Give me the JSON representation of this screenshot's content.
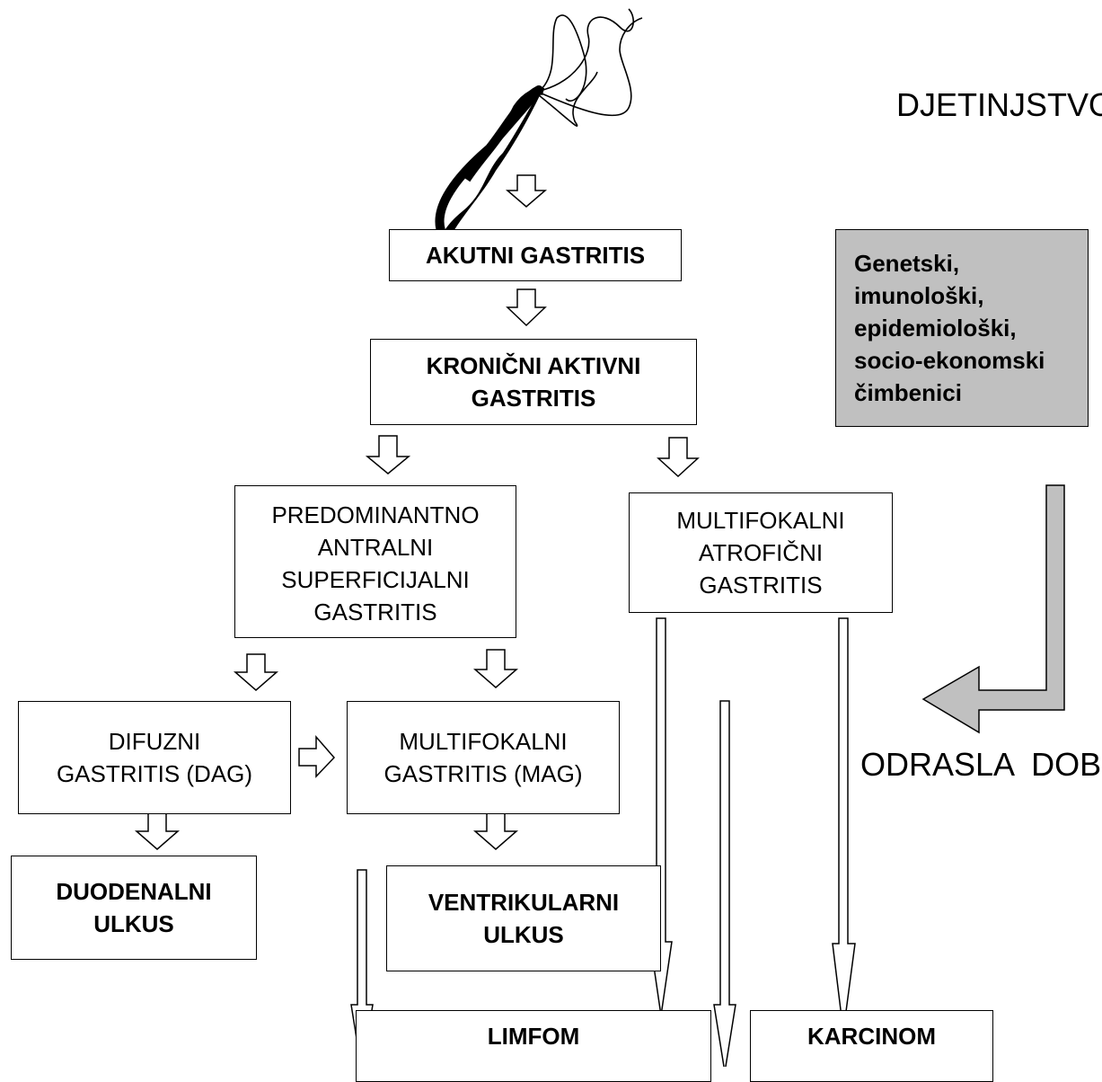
{
  "labels": {
    "childhood": "DJETINJSTVO",
    "adulthood": "ODRASLA  DOB"
  },
  "boxes": {
    "acute": "AKUTNI GASTRITIS",
    "chronic_active": "KRONIČNI AKTIVNI\nGASTRITIS",
    "antral": "PREDOMINANTNO\nANTRALNI\nSUPERFICIJALNI\nGASTRITIS",
    "multifocal_atrophic": "MULTIFOKALNI\nATROFIČNI\nGASTRITIS",
    "factors": "Genetski,\nimunološki,\nepidemiološki,\nsocio-ekonomski\nčimbenici",
    "diffuse": "DIFUZNI\nGASTRITIS (DAG)",
    "multifocal": "MULTIFOKALNI\nGASTRITIS (MAG)",
    "duodenal": "DUODENALNI\nULKUS",
    "ventricular": "VENTRIKULARNI\nULKUS",
    "lymphoma": "LIMFOM",
    "carcinoma": "KARCINOM"
  },
  "colors": {
    "factors_fill": "#c0c0c0",
    "bacterium": "#000000"
  },
  "icons": {
    "bacterium": "helicobacter-pylori-icon"
  }
}
